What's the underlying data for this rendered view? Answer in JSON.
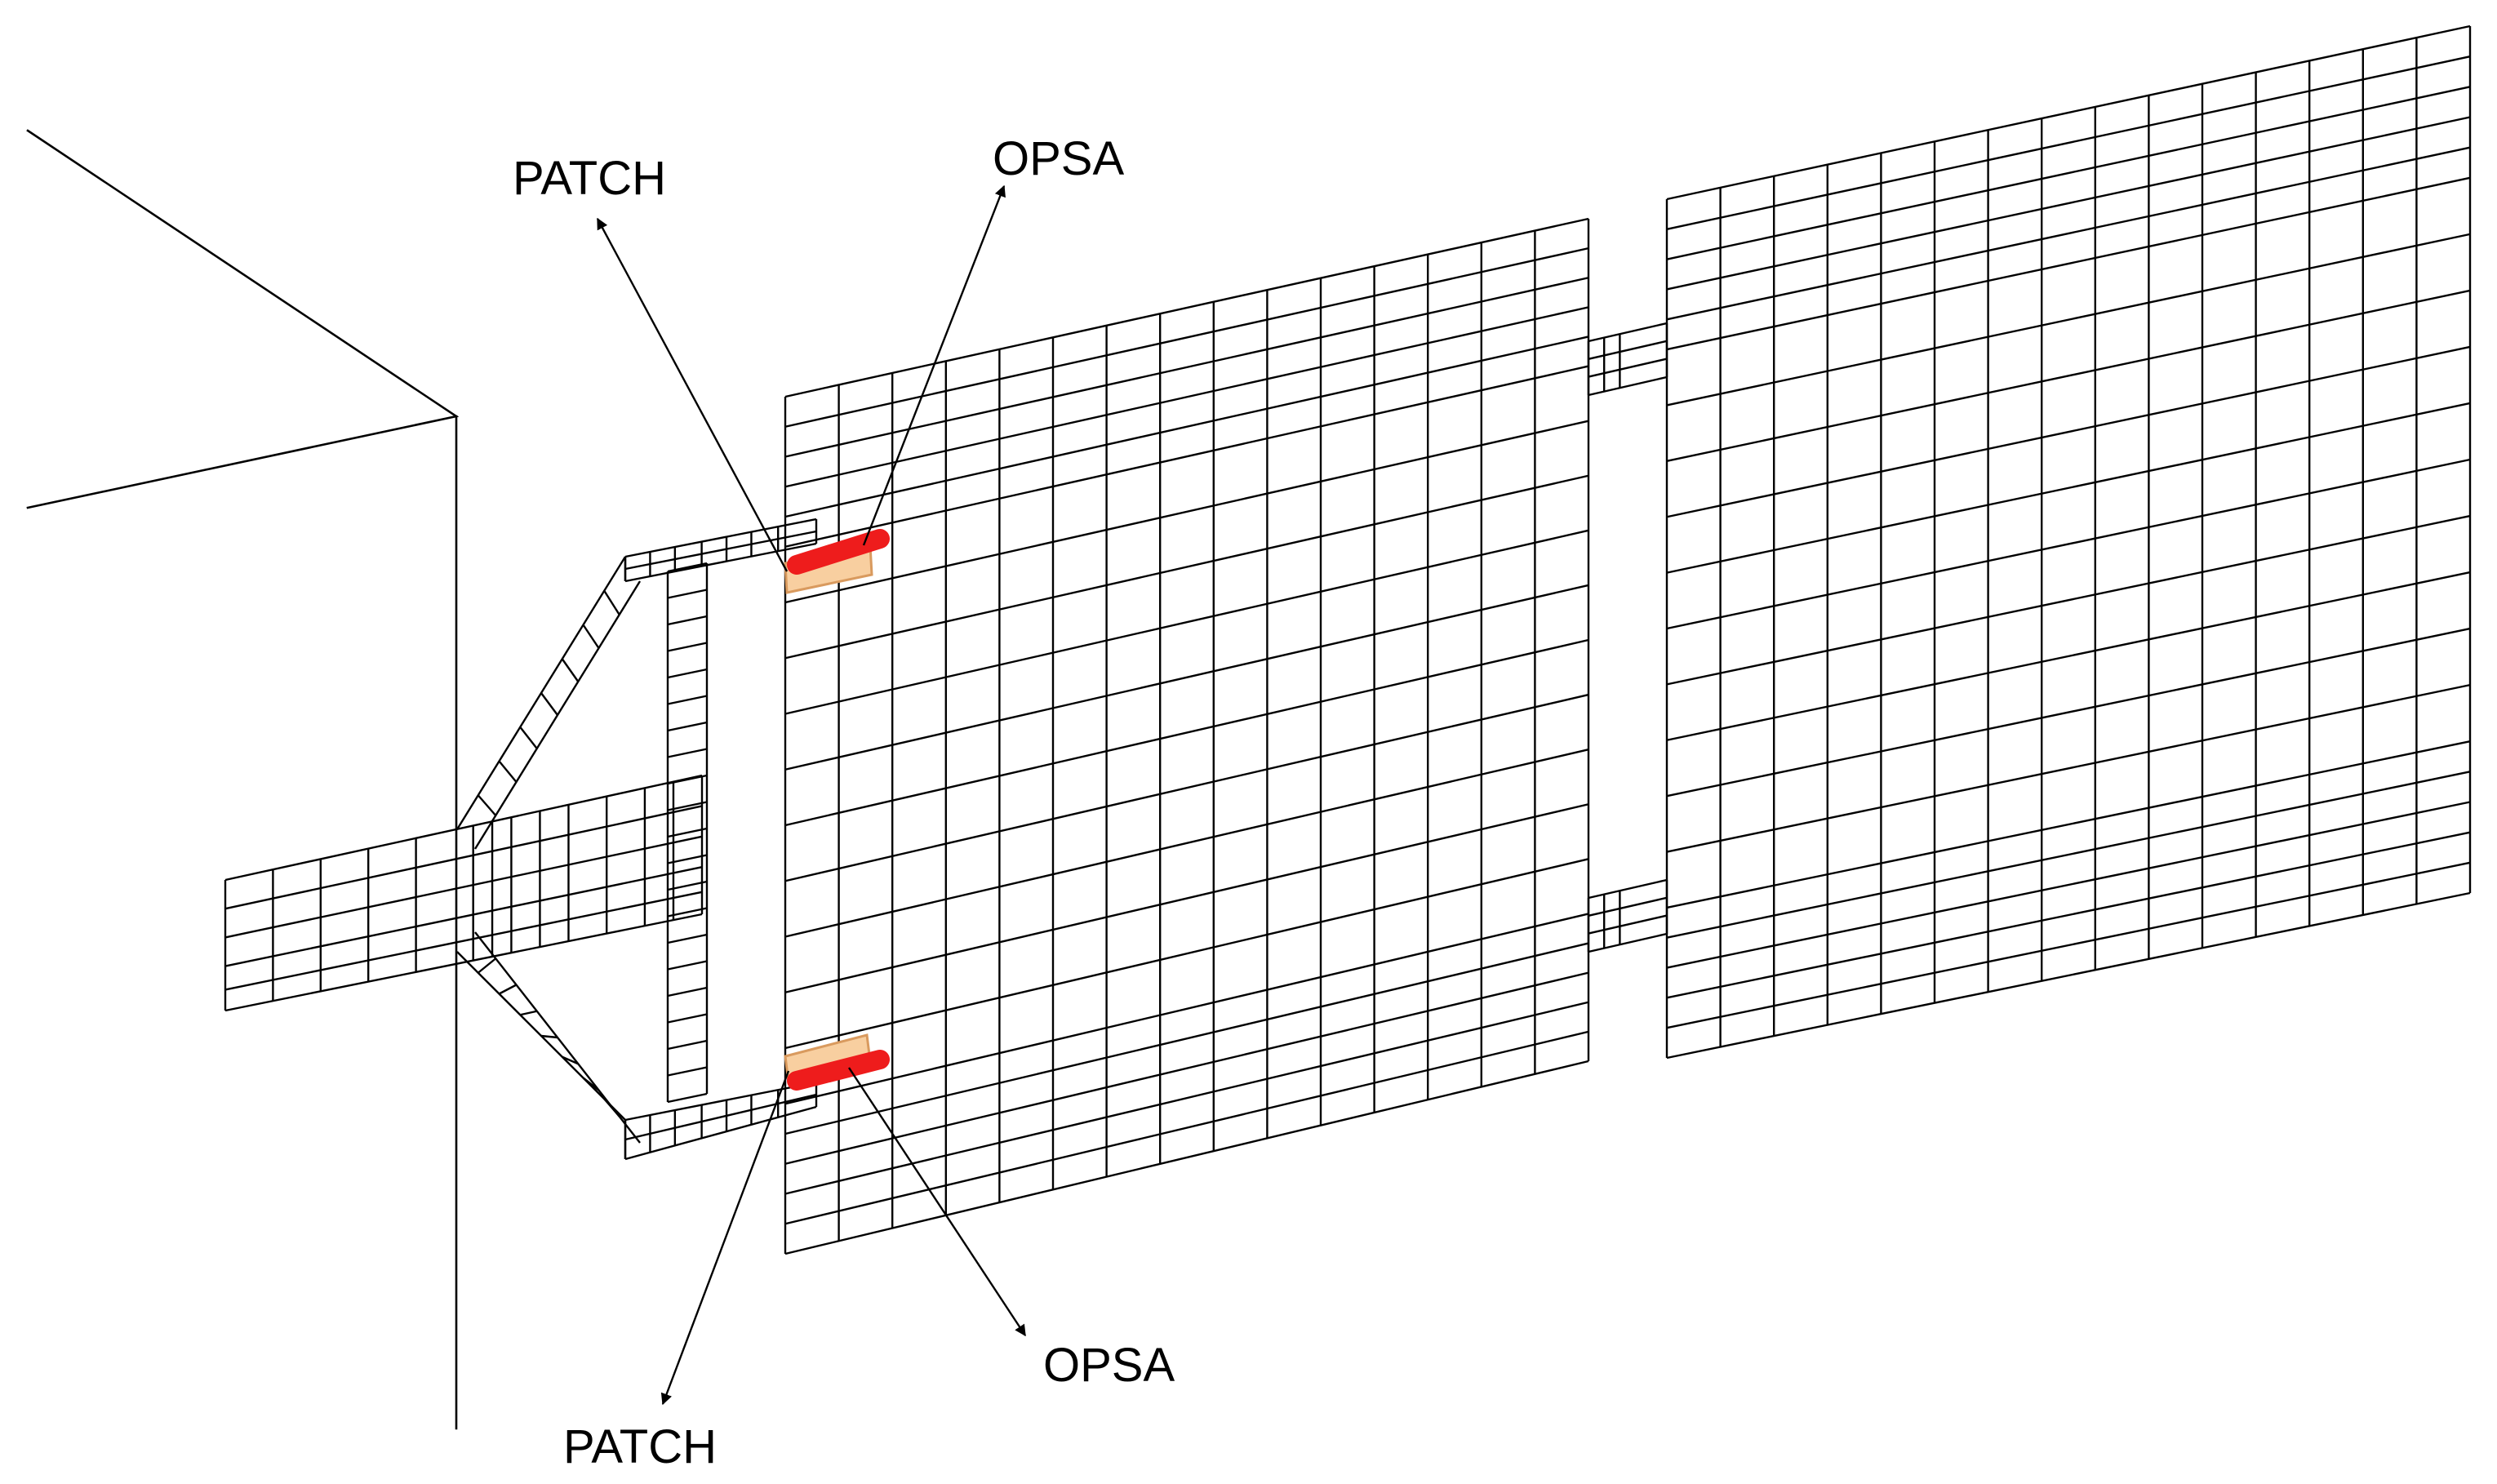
{
  "labels": {
    "patch_top": "PATCH",
    "opsa_top": "OPSA",
    "patch_bottom": "PATCH",
    "opsa_bottom": "OPSA"
  },
  "colors": {
    "mesh": "#000000",
    "opsa_actuator": "#ee1c1c",
    "patch_fill": "#f8cfa0",
    "patch_stroke": "#d99a5e",
    "background": "#ffffff"
  }
}
